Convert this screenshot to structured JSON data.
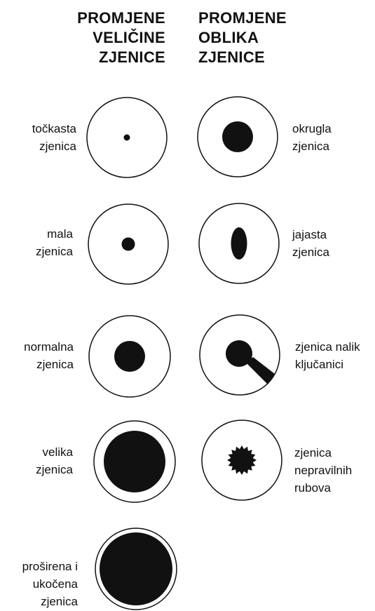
{
  "headings": {
    "size_changes": [
      "PROMJENE",
      "VELIČINE",
      "ZJENICE"
    ],
    "shape_changes": [
      "PROMJENE",
      "OBLIKA",
      "ZJENICE"
    ]
  },
  "size_items": [
    {
      "label_lines": [
        "točkasta",
        "zjenica"
      ],
      "pupil": "pinpoint"
    },
    {
      "label_lines": [
        "mala",
        "zjenica"
      ],
      "pupil": "small"
    },
    {
      "label_lines": [
        "normalna",
        "zjenica"
      ],
      "pupil": "normal"
    },
    {
      "label_lines": [
        "velika",
        "zjenica"
      ],
      "pupil": "large"
    },
    {
      "label_lines": [
        "proširena i",
        "ukočena",
        "zjenica"
      ],
      "pupil": "dilated-fixed"
    }
  ],
  "shape_items": [
    {
      "label_lines": [
        "okrugla",
        "zjenica"
      ],
      "pupil": "round"
    },
    {
      "label_lines": [
        "jajasta",
        "zjenica"
      ],
      "pupil": "oval"
    },
    {
      "label_lines": [
        "zjenica nalik",
        "ključanici"
      ],
      "pupil": "keyhole"
    },
    {
      "label_lines": [
        "zjenica",
        "nepravilnih",
        "rubova"
      ],
      "pupil": "irregular"
    }
  ],
  "colors": {
    "ink": "#111111",
    "background": "#ffffff"
  }
}
